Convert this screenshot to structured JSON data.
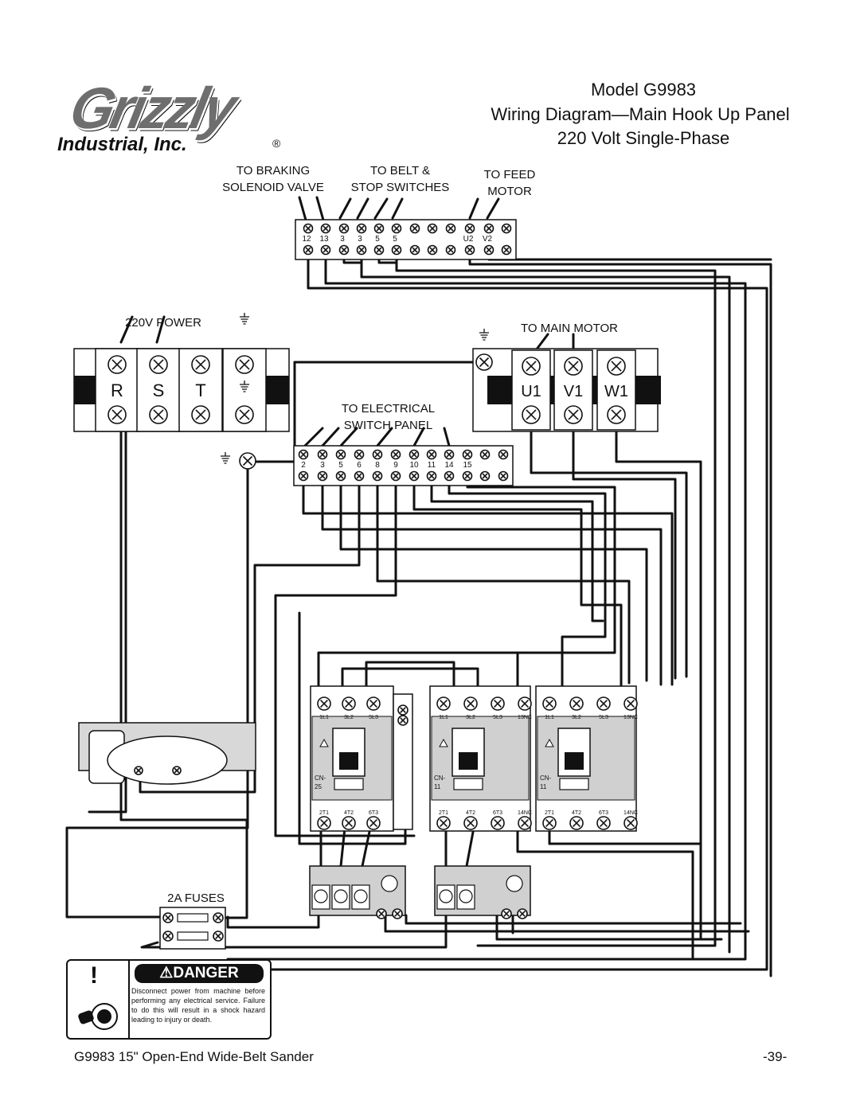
{
  "brand": {
    "logo_text": "Grizzly",
    "company": "Industrial, Inc.",
    "registered_mark": "®"
  },
  "header": {
    "model": "Model G9983",
    "diagram_title": "Wiring Diagram—Main Hook Up Panel",
    "voltage": "220 Volt Single-Phase"
  },
  "labels": {
    "braking_line1": "TO BRAKING",
    "braking_line2": "SOLENOID VALVE",
    "belt_line1": "TO BELT &",
    "belt_line2": "STOP SWITCHES",
    "feed_line1": "TO FEED",
    "feed_line2": "MOTOR",
    "power": "220V POWER",
    "main_motor": "TO MAIN MOTOR",
    "electrical_line1": "TO ELECTRICAL",
    "electrical_line2": "SWITCH PANEL",
    "fuses": "2A FUSES"
  },
  "top_strip_terminals": [
    "12",
    "13",
    "3",
    "3",
    "5",
    "5",
    "",
    "",
    "",
    "U2",
    "V2"
  ],
  "switch_strip_terminals": [
    "2",
    "3",
    "5",
    "6",
    "8",
    "9",
    "10",
    "11",
    "14",
    "15",
    "",
    ""
  ],
  "power_block": [
    "R",
    "S",
    "T"
  ],
  "motor_block": [
    "U1",
    "V1",
    "W1"
  ],
  "contactors": [
    {
      "top_terminals": [
        "1L1",
        "3L2",
        "5L3"
      ],
      "bottom_terminals": [
        "2T1",
        "4T2",
        "6T3"
      ],
      "model_line1": "CN-",
      "model_line2": "25"
    },
    {
      "top_terminals": [
        "1L1",
        "3L2",
        "5L3",
        "13NC"
      ],
      "bottom_terminals": [
        "2T1",
        "4T2",
        "6T3",
        "14NC"
      ],
      "model_line1": "CN-",
      "model_line2": "11"
    },
    {
      "top_terminals": [
        "1L1",
        "3L2",
        "5L3",
        "13NC"
      ],
      "bottom_terminals": [
        "2T1",
        "4T2",
        "6T3",
        "14NC"
      ],
      "model_line1": "CN-",
      "model_line2": "11"
    }
  ],
  "danger": {
    "symbol": "!",
    "heading": "DANGER",
    "text": "Disconnect power from machine before performing any electrical service. Failure to do this will result in a shock hazard leading to injury or death."
  },
  "footer": {
    "left": "G9983 15\" Open-End Wide-Belt Sander",
    "page": "-39-"
  },
  "colors": {
    "ink": "#111111",
    "panel_gray": "#cccccc",
    "logo_gray": "#6e6e6e"
  }
}
